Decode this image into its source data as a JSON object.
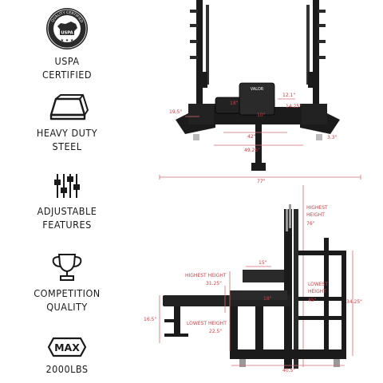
{
  "features": [
    {
      "icon": "uspa-badge-icon",
      "lines": [
        "USPA",
        "CERTIFIED"
      ],
      "badge": {
        "top_text": "QUALITY CERTIFIED",
        "center_text": "USPA"
      }
    },
    {
      "icon": "steel-block-icon",
      "lines": [
        "HEAVY DUTY",
        "STEEL"
      ]
    },
    {
      "icon": "adjust-sliders-icon",
      "lines": [
        "ADJUSTABLE",
        "FEATURES"
      ]
    },
    {
      "icon": "trophy-icon",
      "lines": [
        "COMPETITION",
        "QUALITY"
      ]
    },
    {
      "icon": "max-weight-icon",
      "lines": [
        "2000LBS"
      ],
      "badge_text": "MAX"
    }
  ],
  "top_view": {
    "bench_brand": "VALOR",
    "dims": {
      "d19_5": "19.5\"",
      "d18": "18\"",
      "d10": "10\"",
      "d12_1": "12.1\"",
      "d14_25": "14.25\"",
      "d42": "42\"",
      "d3_3": "3.3\"",
      "d49_25": "49.25\"",
      "d77": "77\""
    }
  },
  "side_view": {
    "highest_height_label": [
      "HIGHEST",
      "HEIGHT"
    ],
    "highest_height_value": "76\"",
    "highest_height2_label": "HIGHEST HEIGHT",
    "highest_height2_value": "31.25\"",
    "lowest_height_label": "LOWEST HEIGHT",
    "lowest_height_value": "22.5\"",
    "lowest_height2_label": [
      "LOWEST",
      "HEIGHT"
    ],
    "lowest_height2_value": "45\"",
    "dims": {
      "d15": "15\"",
      "d34_25": "34.25\"",
      "d16_5": "16.5\"",
      "d40_5": "40.5\"",
      "d18": "18\""
    }
  },
  "colors": {
    "accent": "#c2454b",
    "frame": "#1b1b1b",
    "pad": "#2a2a2a",
    "text": "#1a1a1a"
  }
}
